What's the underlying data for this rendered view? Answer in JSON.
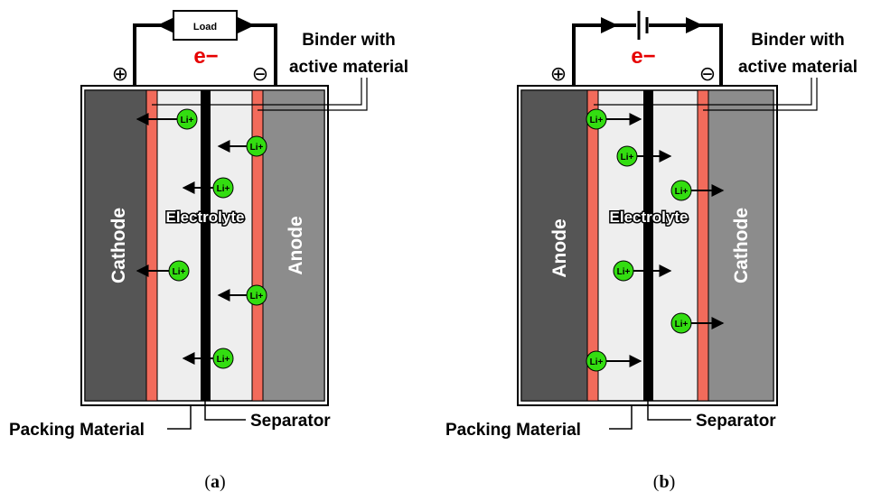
{
  "panel_a": {
    "load": "Load",
    "electron": "e−",
    "plus": "⊕",
    "minus": "⊖",
    "binder_line1": "Binder with",
    "binder_line2": "active material",
    "left_electrode": "Cathode",
    "right_electrode": "Anode",
    "electrolyte": "Electrolyte",
    "ion": "Li+",
    "packing": "Packing Material",
    "separator": "Separator",
    "caption_open": "(",
    "caption_letter": "a",
    "caption_close": ")"
  },
  "panel_b": {
    "electron": "e−",
    "plus": "⊕",
    "minus": "⊖",
    "binder_line1": "Binder with",
    "binder_line2": "active material",
    "left_electrode": "Anode",
    "right_electrode": "Cathode",
    "electrolyte": "Electrolyte",
    "ion": "Li+",
    "packing": "Packing Material",
    "separator": "Separator",
    "caption_open": "(",
    "caption_letter": "b",
    "caption_close": ")"
  },
  "colors": {
    "electrode_dark": "#555555",
    "electrode_light": "#8c8c8c",
    "binder": "#f26b5b",
    "electrolyte_bg": "#eeeeee",
    "separator": "#000000",
    "ion": "#33dd11",
    "electron": "#e60000"
  }
}
